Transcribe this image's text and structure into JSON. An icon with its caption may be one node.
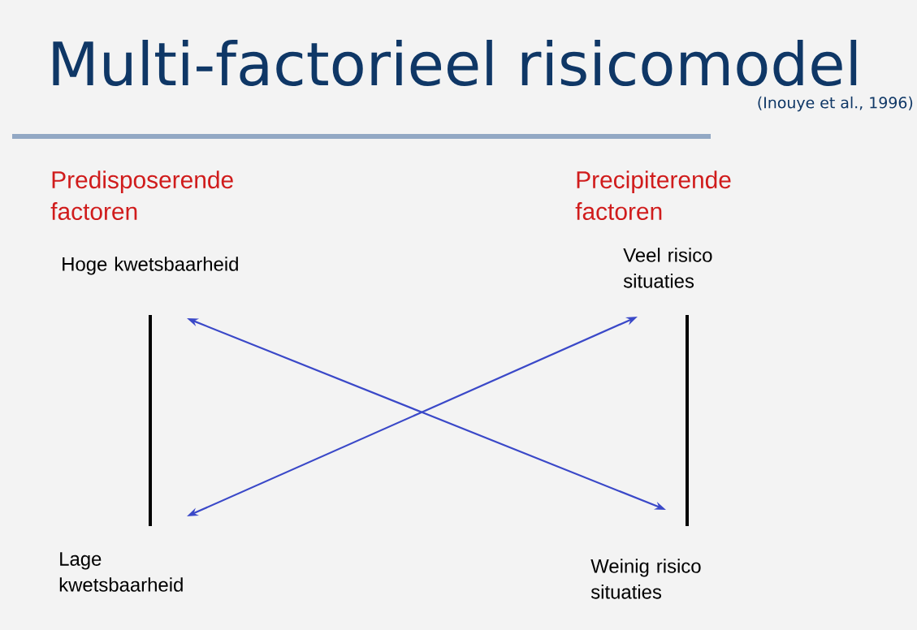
{
  "diagram": {
    "title": "Multi-factorieel risicomodel",
    "nodes": [
      {
        "text": [
          "Hoge kwetsbaarheid"
        ]
      },
      {
        "text": [
          "Lage kwetsbaarheid"
        ]
      },
      {
        "text": [
          "Veel risico situaties"
        ]
      },
      {
        "text": [
          "Weinig risico situaties"
        ]
      }
    ],
    "edges": [
      {
        "from": 0,
        "to": 3,
        "arrow": "both"
      },
      {
        "from": 1,
        "to": 2,
        "arrow": "both"
      }
    ],
    "labels": [
      "(Inouye et al., 1996)",
      "Predisposerende factoren",
      "Precipiterende factoren"
    ]
  }
}
